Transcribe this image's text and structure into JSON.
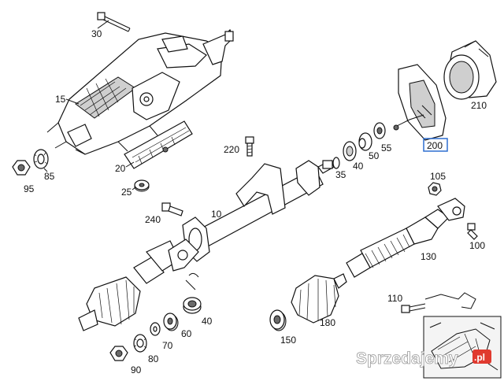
{
  "labels": {
    "p30": "30",
    "p15": "15",
    "p95": "95",
    "p85": "85",
    "p20": "20",
    "p25": "25",
    "p220": "220",
    "p35": "35",
    "p40a": "40",
    "p50": "50",
    "p55": "55",
    "p200": "200",
    "p210": "210",
    "p105": "105",
    "p240": "240",
    "p10": "10",
    "p100": "100",
    "p130": "130",
    "p110": "110",
    "p40b": "40",
    "p60": "60",
    "p70": "70",
    "p80": "80",
    "p90": "90",
    "p150": "150",
    "p180": "180"
  },
  "watermark": {
    "brand": "Sprzedajemy",
    "tld": ".pl"
  },
  "highlight_color": "#2f6fd0"
}
